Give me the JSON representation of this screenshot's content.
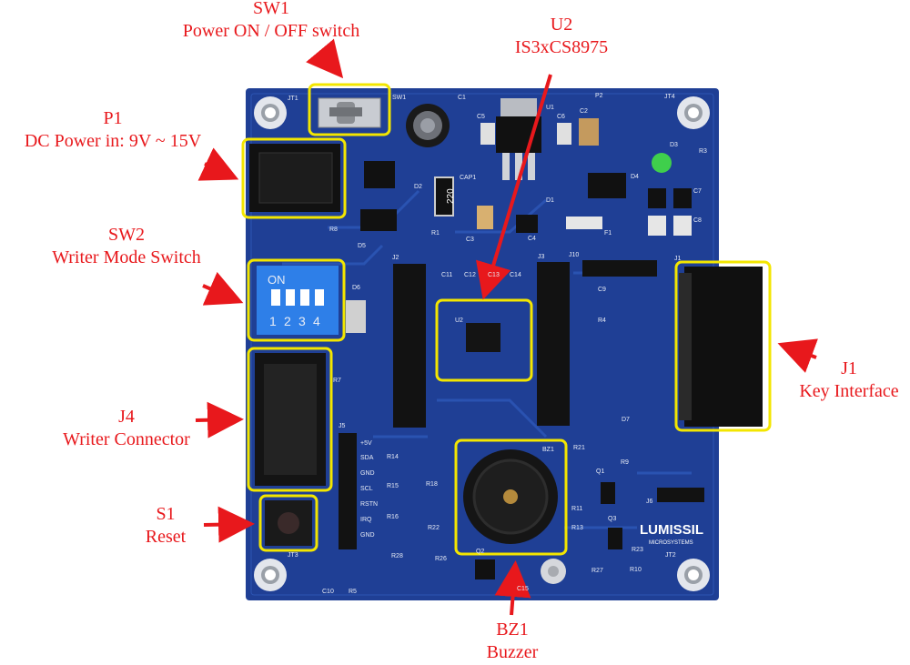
{
  "callouts": {
    "sw1": {
      "ref": "SW1",
      "desc": "Power ON / OFF switch"
    },
    "u2": {
      "ref": "U2",
      "desc": "IS3xCS8975"
    },
    "p1": {
      "ref": "P1",
      "desc": "DC Power in: 9V ~ 15V"
    },
    "sw2": {
      "ref": "SW2",
      "desc": "Writer Mode Switch"
    },
    "j4": {
      "ref": "J4",
      "desc": "Writer Connector"
    },
    "s1": {
      "ref": "S1",
      "desc": "Reset"
    },
    "j1": {
      "ref": "J1",
      "desc": "Key Interface"
    },
    "bz1": {
      "ref": "BZ1",
      "desc": "Buzzer"
    }
  },
  "board": {
    "logo_text": "LUMISSIL",
    "logo_sub": "MICROSYSTEMS",
    "dip_on": "ON",
    "dip_numbers": [
      "1",
      "2",
      "3",
      "4"
    ],
    "j5_pins": [
      "+5V",
      "SDA",
      "GND",
      "SCL",
      "RSTN",
      "IRQ",
      "GND"
    ],
    "resistor_marking": "220",
    "silkscreen": [
      "JT1",
      "SW1",
      "C1",
      "C5",
      "U1",
      "C6",
      "C2",
      "P2",
      "JT4",
      "D3",
      "R3",
      "D2",
      "CAP1",
      "D4",
      "C7",
      "C8",
      "R1",
      "D1",
      "C3",
      "C4",
      "F1",
      "D5",
      "R8",
      "J2",
      "J3",
      "J10",
      "J1",
      "D6",
      "C11",
      "C12",
      "C13",
      "C14",
      "C9",
      "R4",
      "U2",
      "R7",
      "J5",
      "R14",
      "R15",
      "R16",
      "R18",
      "R22",
      "R28",
      "R26",
      "Q2",
      "BZ1",
      "R21",
      "Q1",
      "R9",
      "D7",
      "R11",
      "R13",
      "Q3",
      "R23",
      "J6",
      "JT2",
      "JT3",
      "C10",
      "R5",
      "C15",
      "R27",
      "R10"
    ]
  }
}
